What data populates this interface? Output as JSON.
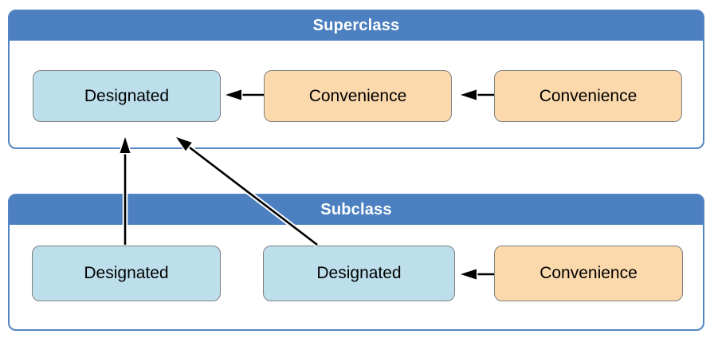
{
  "colors": {
    "header_blue": "#4C80C0",
    "container_border": "#5285C2",
    "designated_fill": "#BDDFEC",
    "convenience_fill": "#FBD9AC",
    "box_border": "#7F7F7F",
    "arrow": "#000000",
    "arrow_casing": "#FFFFFF",
    "header_text": "#FFFFFF",
    "box_text": "#000000",
    "background": "#FFFFFF"
  },
  "superclass": {
    "label": "Superclass",
    "boxes": [
      {
        "id": "superclass-designated",
        "label": "Designated",
        "type": "designated"
      },
      {
        "id": "superclass-convenience-1",
        "label": "Convenience",
        "type": "convenience"
      },
      {
        "id": "superclass-convenience-2",
        "label": "Convenience",
        "type": "convenience"
      }
    ]
  },
  "subclass": {
    "label": "Subclass",
    "boxes": [
      {
        "id": "subclass-designated-1",
        "label": "Designated",
        "type": "designated"
      },
      {
        "id": "subclass-designated-2",
        "label": "Designated",
        "type": "designated"
      },
      {
        "id": "subclass-convenience",
        "label": "Convenience",
        "type": "convenience"
      }
    ]
  },
  "relationships": [
    {
      "from": "superclass-convenience-1",
      "to": "superclass-designated"
    },
    {
      "from": "superclass-convenience-2",
      "to": "superclass-convenience-1"
    },
    {
      "from": "subclass-designated-1",
      "to": "superclass-designated"
    },
    {
      "from": "subclass-designated-2",
      "to": "superclass-designated"
    },
    {
      "from": "subclass-convenience",
      "to": "subclass-designated-2"
    }
  ]
}
